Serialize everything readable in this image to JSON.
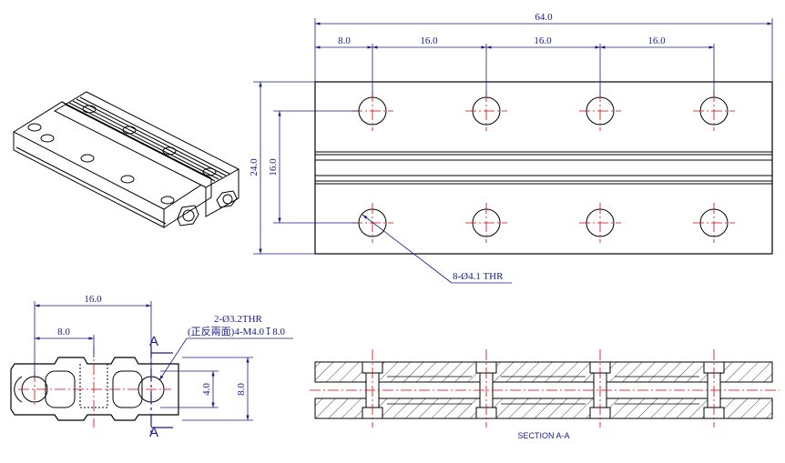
{
  "top_view": {
    "overall_length": "64.0",
    "spacing_1": "8.0",
    "spacing_2": "16.0",
    "spacing_3": "16.0",
    "spacing_4": "16.0",
    "overall_width": "24.0",
    "row_spacing": "16.0",
    "hole_callout": "8-Ø4.1 THR"
  },
  "end_view": {
    "width_dim": "16.0",
    "offset_dim": "8.0",
    "hole_callout_1": "2-Ø3.2THR",
    "hole_callout_2": "(正反兩面)4-M4.0↧8.0",
    "height_inner": "4.0",
    "height_outer": "8.0",
    "section_marker_top": "A",
    "section_marker_bottom": "A"
  },
  "section_view": {
    "title": "SECTION A-A"
  },
  "colors": {
    "outline": "#000000",
    "dimension": "#1a1a8c",
    "centerline": "#d40000"
  }
}
